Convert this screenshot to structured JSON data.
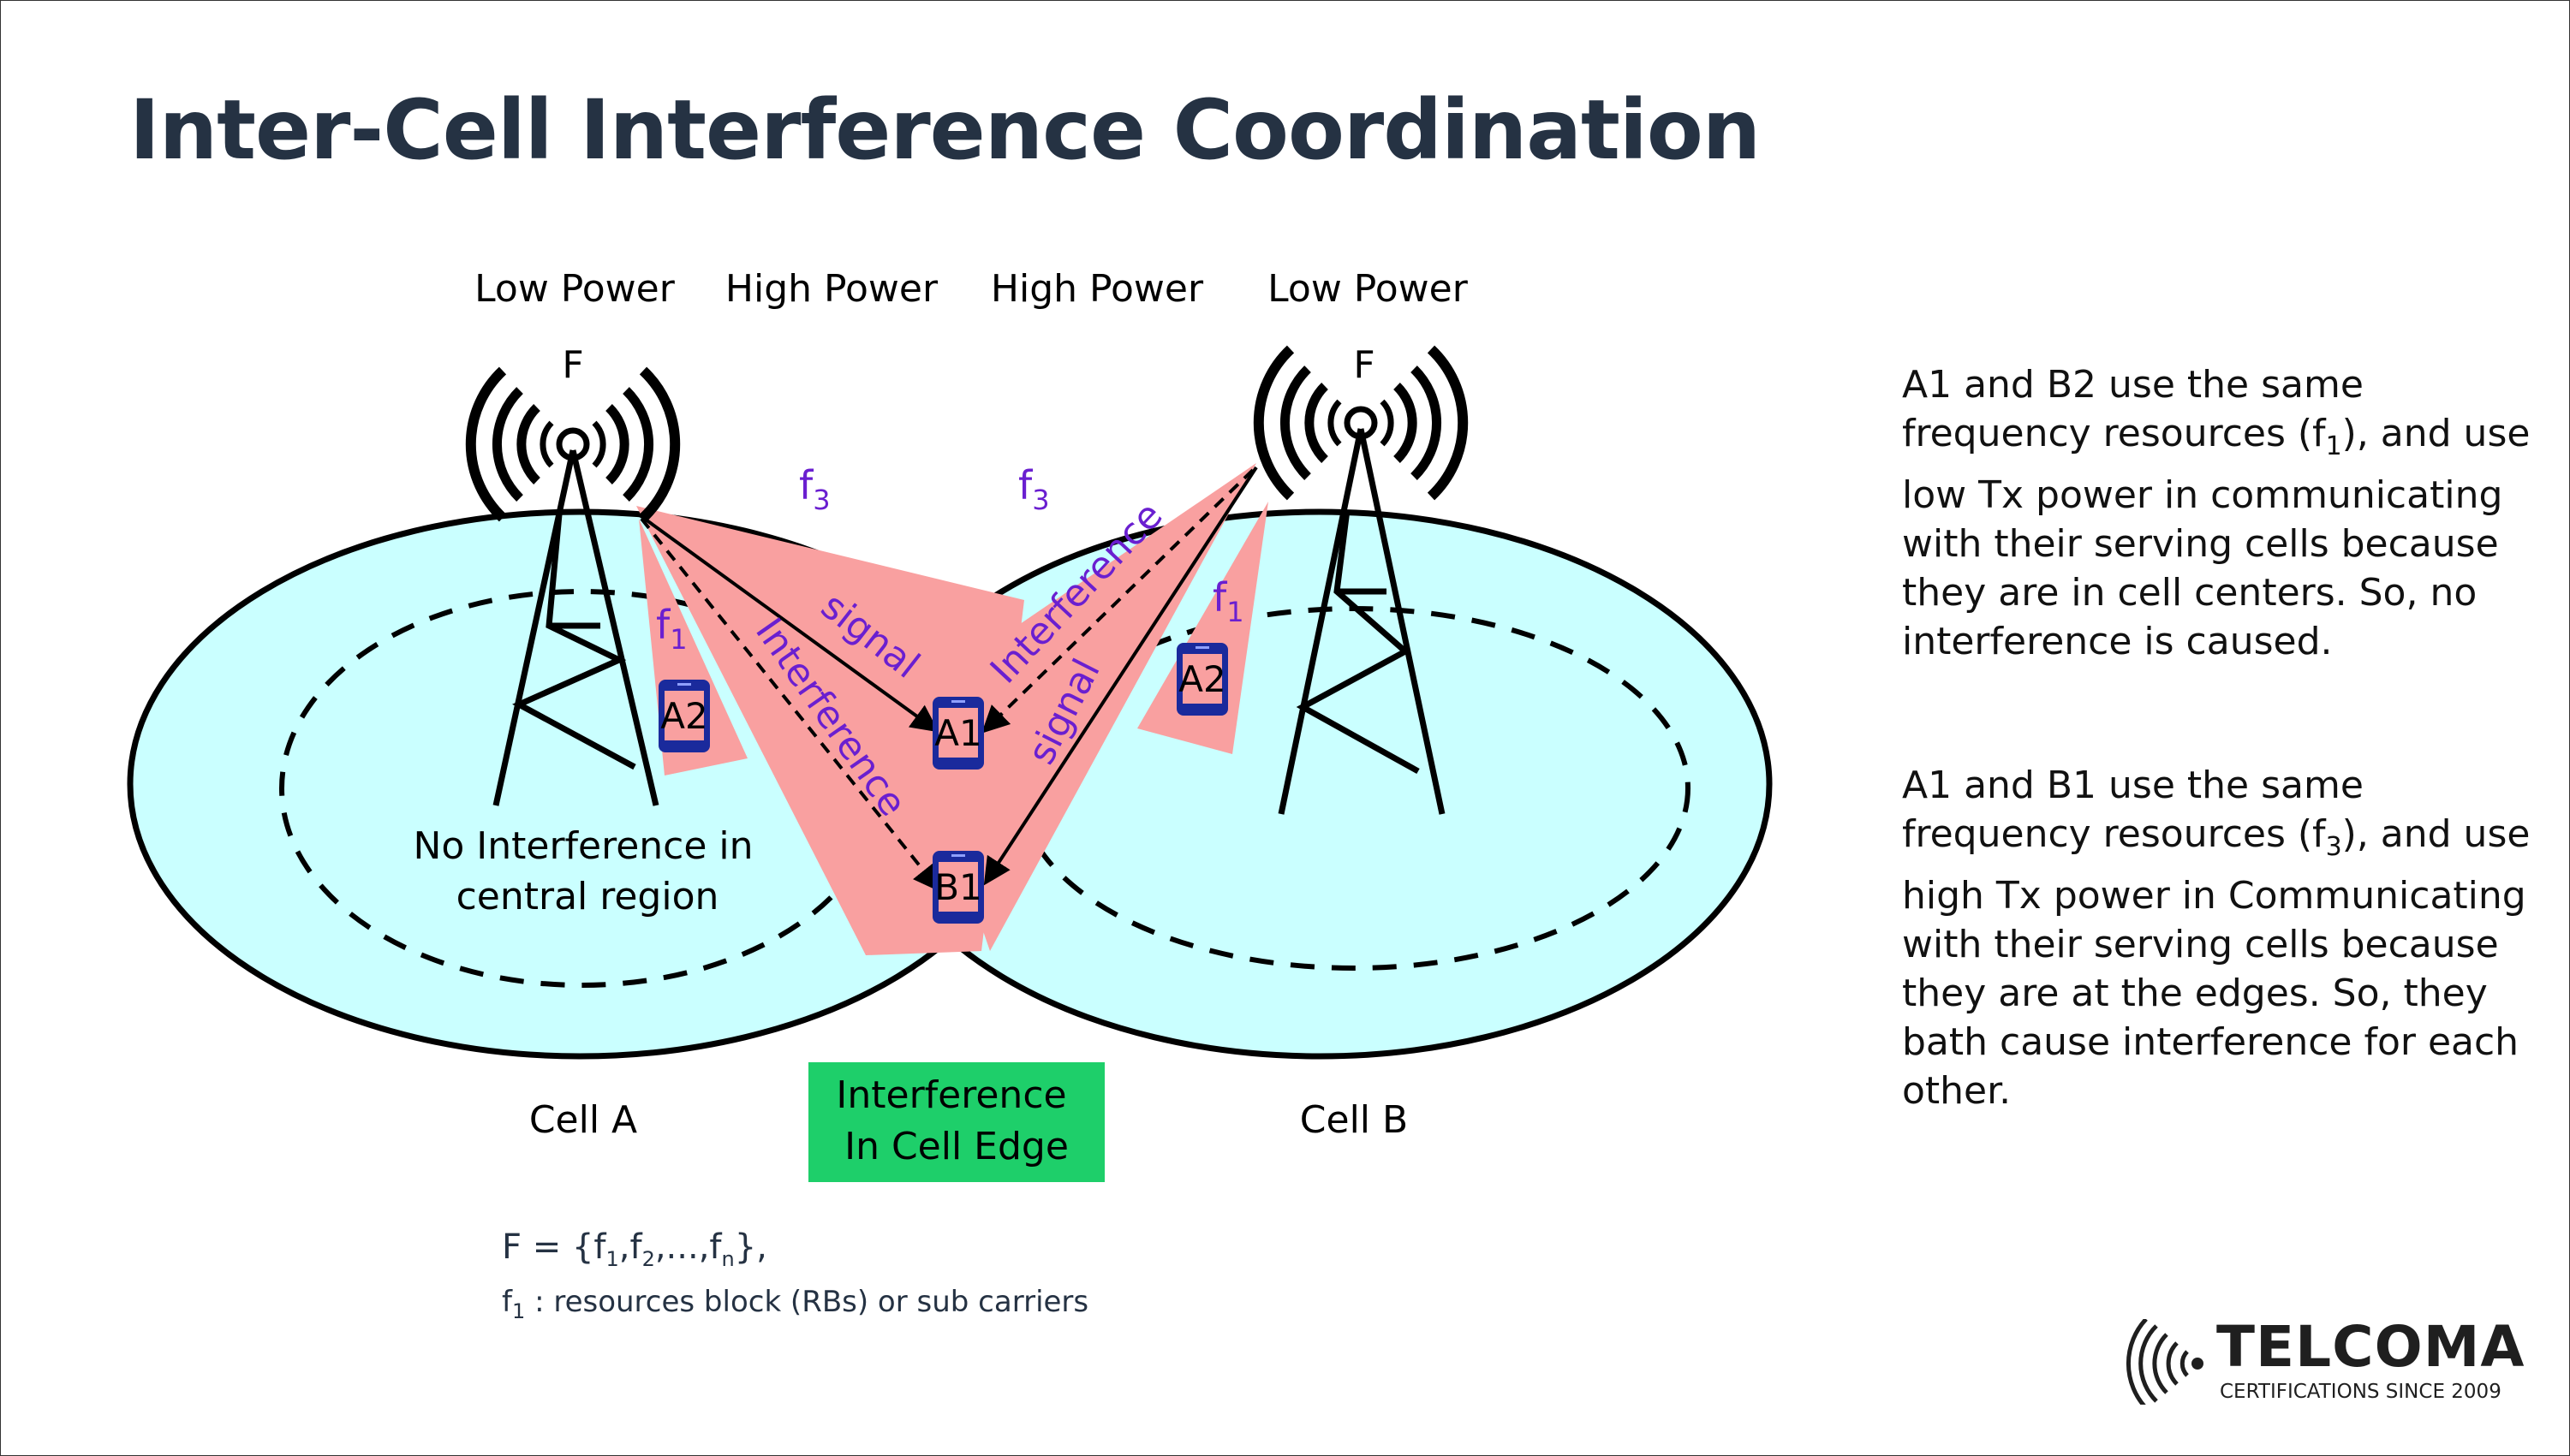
{
  "title": "Inter-Cell Interference Coordination",
  "power_labels": [
    "Low Power",
    "High Power",
    "High Power",
    "Low Power"
  ],
  "tower_labels": {
    "left": "F",
    "right": "F"
  },
  "freq": {
    "f3_left": {
      "base": "f",
      "sub": "3"
    },
    "f3_right": {
      "base": "f",
      "sub": "3"
    },
    "f1_left": {
      "base": "f",
      "sub": "1"
    },
    "f1_right": {
      "base": "f",
      "sub": "1"
    }
  },
  "devices": {
    "a2_left": "A2",
    "a1": "A1",
    "b1": "B1",
    "a2_right": "A2"
  },
  "beam_labels": {
    "signal_left": "signal",
    "interference_left": "Interference",
    "interference_right": "Interference",
    "signal_right": "signal"
  },
  "center_note": {
    "line1": "No Interference in",
    "line2": "central region"
  },
  "cells": {
    "a": "Cell A",
    "b": "Cell B"
  },
  "edge_box": {
    "line1": "Interference",
    "line2": "In Cell Edge"
  },
  "legend": {
    "line1": "F = {f1,f2,...,fn},",
    "line2": "f1 : resources block (RBs) or sub carriers"
  },
  "explanation": {
    "p1": "A1 and  B2 use the same frequency resources (f1), and use low Tx power in communicating with their serving cells because they are in cell centers. So, no interference is caused.",
    "p2": "A1 and B1 use the same frequency resources (f3), and use high Tx power in Communicating with their serving cells because they are at the edges. So, they bath cause interference for each other."
  },
  "logo": {
    "name": "TELCOMA",
    "tagline": "CERTIFICATIONS SINCE 2009"
  },
  "colors": {
    "title": "#253243",
    "cell_fill": "#caffff",
    "beam": "#f9a0a0",
    "purple": "#6a1fd0",
    "edge_box": "#1ecf6a",
    "phone": "#1a2a9c"
  }
}
